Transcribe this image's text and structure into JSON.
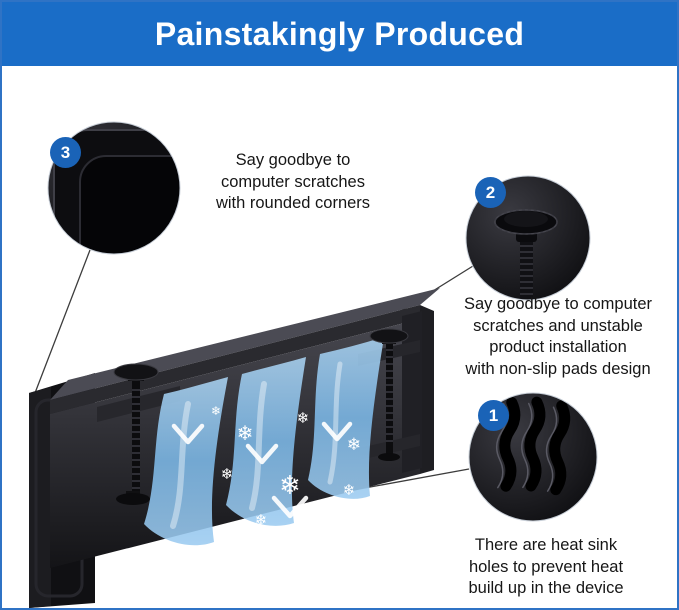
{
  "title": "Painstakingly Produced",
  "icons": {
    "snowflake": "❄"
  },
  "colors": {
    "banner_bg": "#1a6dc7",
    "frame_border": "#2f73c5",
    "badge_bg": "#1a63b7",
    "airflow_blue": "#7db9e8",
    "product_black": "#1a1a1e",
    "text_color": "#161616"
  },
  "callouts": [
    {
      "number": "1",
      "lines": [
        "There are heat sink",
        "holes to prevent heat",
        "build up in the device"
      ]
    },
    {
      "number": "2",
      "lines": [
        "Say goodbye to computer",
        "scratches and unstable",
        "product installation",
        "with non-slip pads design"
      ]
    },
    {
      "number": "3",
      "lines": [
        "Say goodbye to",
        "computer scratches",
        "with rounded corners"
      ]
    }
  ]
}
